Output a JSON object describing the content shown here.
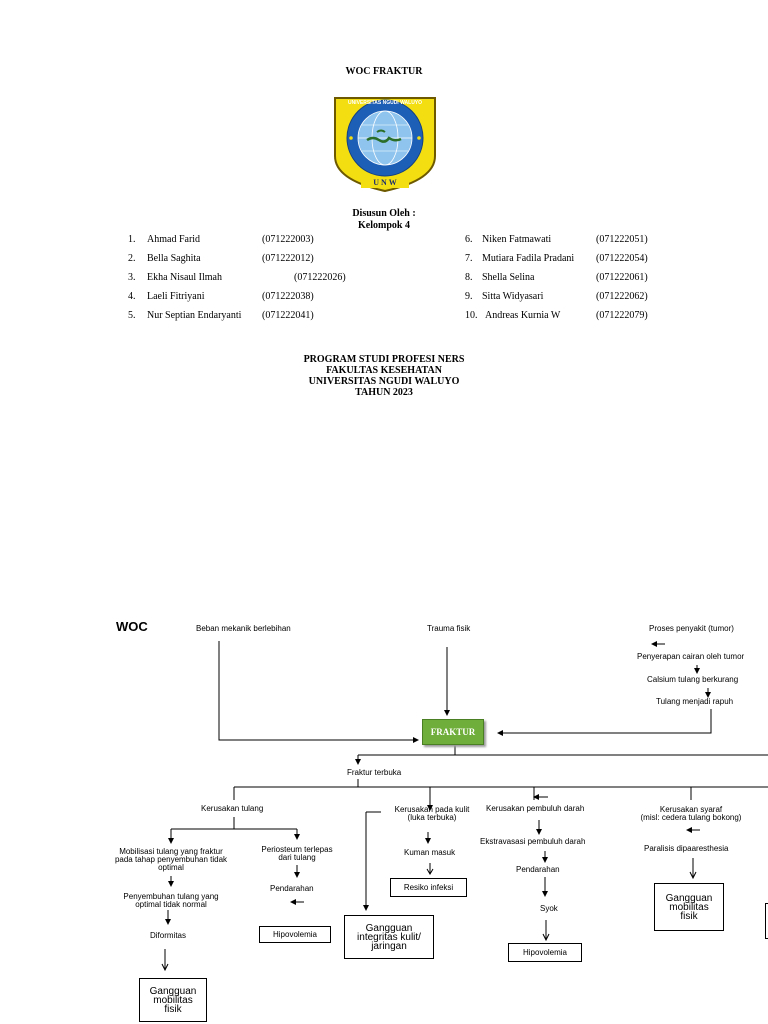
{
  "document": {
    "title": "WOC FRAKTUR",
    "logo": {
      "top_text": "UNIVERSITAS NGUDI WALUYO",
      "bottom_text": "U N W"
    },
    "prepared_by": "Disusun Oleh :",
    "group": "Kelompok 4",
    "members_left": [
      {
        "num": "1.",
        "name": "Ahmad Farid",
        "nim": "(071222003)"
      },
      {
        "num": "2.",
        "name": "Bella Saghita",
        "nim": "(071222012)"
      },
      {
        "num": "3.",
        "name": "Ekha Nisaul Ilmah",
        "nim": "(071222026)"
      },
      {
        "num": "4.",
        "name": "Laeli Fitriyani",
        "nim": "(071222038)"
      },
      {
        "num": "5.",
        "name": "Nur Septian Endaryanti",
        "nim": "(071222041)"
      }
    ],
    "members_right": [
      {
        "num": "6.",
        "name": "Niken Fatmawati",
        "nim": "(071222051)"
      },
      {
        "num": "7.",
        "name": "Mutiara Fadila Pradani",
        "nim": "(071222054)"
      },
      {
        "num": "8.",
        "name": "Shella Selina",
        "nim": "(071222061)"
      },
      {
        "num": "9.",
        "name": "Sitta Widyasari",
        "nim": "(071222062)"
      },
      {
        "num": "10.",
        "name": "Andreas Kurnia W",
        "nim": "(071222079)"
      }
    ],
    "institution": [
      "PROGRAM STUDI PROFESI NERS",
      "FAKULTAS KESEHATAN",
      "UNIVERSITAS NGUDI WALUYO",
      "TAHUN 2023"
    ]
  },
  "diagram": {
    "label": "WOC",
    "cause_left": "Beban mekanik berlebihan",
    "cause_center": "Trauma fisik",
    "cause_right": "Proses penyakit (tumor)",
    "chain": [
      "Penyerapan cairan oleh tumor",
      "Calsium tulang berkurang",
      "Tulang menjadi rapuh"
    ],
    "center": "FRAKTUR",
    "open_fracture": "Fraktur terbuka",
    "branch_bone": "Kerusakan tulang",
    "mobilisasi": [
      "Mobilisasi tulang yang fraktur",
      "pada tahap penyembuhan tidak",
      "optimal"
    ],
    "penyembuhan": [
      "Penyembuhan tulang yang",
      "optimal tidak normal"
    ],
    "diformitas": "Diformitas",
    "gangguan_mobilitas_1": [
      "Gangguan",
      "mobilitas",
      "fisik"
    ],
    "periosteum": [
      "Periosteum terlepas",
      "dari tulang"
    ],
    "pendarahan_1": "Pendarahan",
    "hipovolemia_1": "Hipovolemia",
    "branch_skin": [
      "Kerusakan pada kulit",
      "(luka terbuka)"
    ],
    "kuman": "Kuman masuk",
    "resiko_infeksi": "Resiko infeksi",
    "gangguan_integritas": [
      "Gangguan",
      "integritas kulit/",
      "jaringan"
    ],
    "branch_vessel": "Kerusakan pembuluh darah",
    "ekstravasasi": "Ekstravasasi pembuluh darah",
    "pendarahan_2": "Pendarahan",
    "syok": "Syok",
    "hipovolemia_2": "Hipovolemia",
    "branch_nerve": [
      "Kerusakan syaraf",
      "(misl: cedera tulang bokong)"
    ],
    "paralisis": "Paralisis dipaaresthesia",
    "gangguan_mobilitas_2": [
      "Gangguan",
      "mobilitas",
      "fisik"
    ]
  }
}
